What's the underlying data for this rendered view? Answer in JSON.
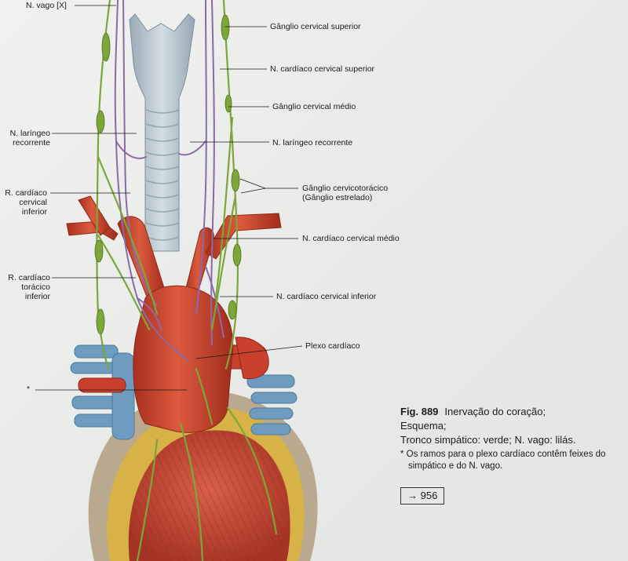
{
  "labels": {
    "vagus": "N. vago [X]",
    "recurrent_left": "N. laríngeo recorrente",
    "cardiac_cervical_inferior_branch": "R. cardíaco cervical inferior",
    "cardiac_thoracic_inferior_branch": "R. cardíaco torácico inferior",
    "asterisk": "*",
    "superior_cervical_ganglion": "Gânglio cervical superior",
    "superior_cervical_cardiac_nerve": "N. cardíaco cervical superior",
    "middle_cervical_ganglion": "Gânglio cervical médio",
    "recurrent_right": "N. laríngeo recorrente",
    "cervicothoracic_ganglion": "Gânglio cervicotorácico (Gânglio estrelado)",
    "middle_cervical_cardiac_nerve": "N. cardíaco cervical médio",
    "inferior_cervical_cardiac_nerve": "N. cardíaco cervical inferior",
    "cardiac_plexus": "Plexo cardíaco"
  },
  "caption": {
    "figure_number": "Fig. 889",
    "title": "Inervação do coração;",
    "line2": "Esquema;",
    "line3": "Tronco simpático: verde; N. vago: lilás.",
    "footnote": "* Os ramos para o plexo cardíaco contêm feixes do simpático e do N. vago."
  },
  "cross_reference": "→ 956",
  "colors": {
    "sympathetic_trunk": "#7da63a",
    "vagus_nerve": "#8a6aa8",
    "artery": "#c9402c",
    "vein": "#6e9cc0",
    "trachea": "#b8c6cf",
    "fat": "#d8b44a",
    "pericardium": "#b9aa90"
  }
}
